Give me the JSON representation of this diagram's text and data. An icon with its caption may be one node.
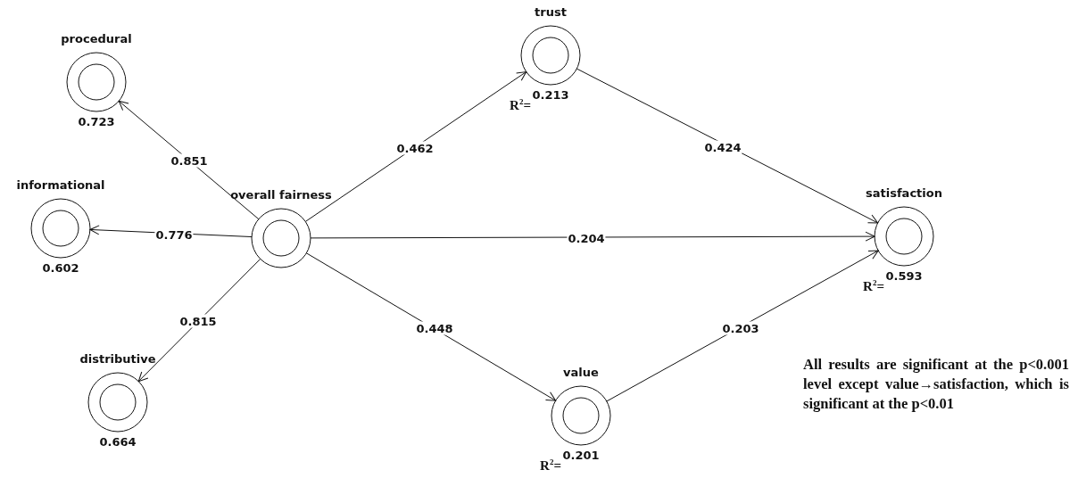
{
  "diagram": {
    "nodes": [
      {
        "text": [
          "procedural"
        ],
        "beside": [
          "0.723"
        ]
      },
      {
        "text": [
          "informational"
        ],
        "beside": [
          "0.602"
        ]
      },
      {
        "text": [
          "overall fairness"
        ]
      },
      {
        "text": [
          "distributive"
        ],
        "beside": [
          "0.664"
        ]
      },
      {
        "text": [
          "trust"
        ],
        "beside": [
          "0.213",
          "R$^{2}$="
        ]
      },
      {
        "text": [
          "satisfaction"
        ],
        "beside": [
          "0.593",
          "R$^{2}$="
        ]
      },
      {
        "text": [
          "value"
        ],
        "beside": [
          "0.201",
          "R$^{2}$="
        ]
      }
    ],
    "edges": [
      {
        "from": 2,
        "to": 0,
        "arrow": "to",
        "label": "0.851"
      },
      {
        "from": 2,
        "to": 1,
        "arrow": "to",
        "label": "0.776"
      },
      {
        "from": 2,
        "to": 3,
        "arrow": "to",
        "label": "0.815"
      },
      {
        "from": 2,
        "to": 4,
        "arrow": "to",
        "label": "0.462"
      },
      {
        "from": 2,
        "to": 5,
        "arrow": "to",
        "label": "0.204"
      },
      {
        "from": 2,
        "to": 6,
        "arrow": "to",
        "label": "0.448"
      },
      {
        "from": 4,
        "to": 5,
        "arrow": "to",
        "label": "0.424"
      },
      {
        "from": 6,
        "to": 5,
        "arrow": "to",
        "label": "0.203"
      }
    ],
    "labels": [
      "All results are significant at the p<0.001 level except value→satisfaction, which is significant at the p<0.01"
    ]
  }
}
